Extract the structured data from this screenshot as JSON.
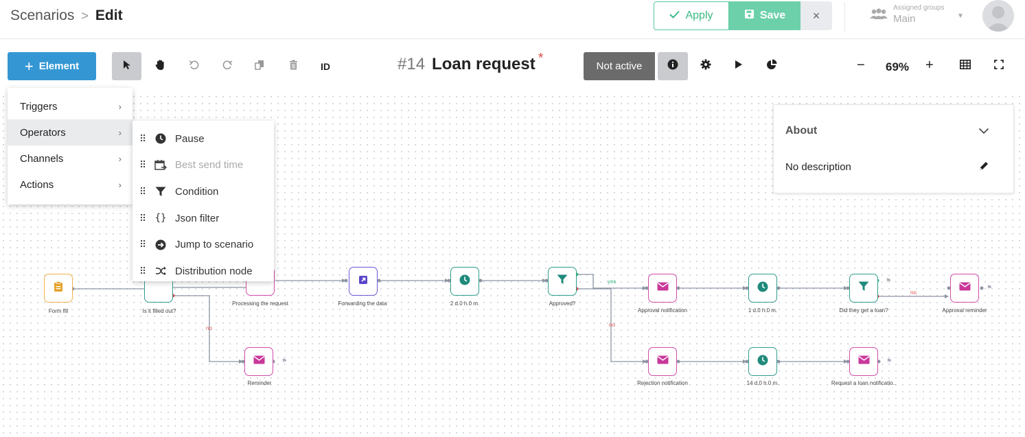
{
  "header": {
    "breadcrumb_parent": "Scenarios",
    "breadcrumb_sep": ">",
    "breadcrumb_current": "Edit",
    "apply_label": "Apply",
    "save_label": "Save",
    "close_label": "×",
    "groups_label": "Assigned groups",
    "groups_value": "Main"
  },
  "toolbar": {
    "element_label": "Element",
    "id_label": "ID",
    "scenario_number": "#14",
    "scenario_name": "Loan request",
    "unsaved_mark": "*",
    "status_label": "Not active",
    "zoom_minus": "−",
    "zoom_value": "69%",
    "zoom_plus": "+"
  },
  "element_menu": [
    {
      "label": "Triggers"
    },
    {
      "label": "Operators"
    },
    {
      "label": "Channels"
    },
    {
      "label": "Actions"
    }
  ],
  "operators_menu": [
    {
      "label": "Pause",
      "icon": "clock-icon"
    },
    {
      "label": "Best send time",
      "icon": "calendar-icon"
    },
    {
      "label": "Condition",
      "icon": "filter-icon"
    },
    {
      "label": "Json filter",
      "icon": "braces-icon"
    },
    {
      "label": "Jump to scenario",
      "icon": "arrow-circle-icon"
    },
    {
      "label": "Distribution node",
      "icon": "shuffle-icon"
    }
  ],
  "about": {
    "title": "About",
    "description": "No description"
  },
  "nodes": {
    "form_fill": "Form fill",
    "is_filled_out": "Is it filled out?",
    "processing": "Processing the request",
    "forwarding": "Forwarding the data",
    "pause_1": "2 d.0 h.0 m.",
    "approved": "Approved?",
    "approval_notification": "Approval notification",
    "pause_2": "1 d.0 h.0 m.",
    "did_they_get_loan": "Did they get a loan?",
    "approval_reminder": "Approval reminder",
    "reminder": "Reminder",
    "rejection_notification": "Rejection notification",
    "pause_3": "14 d.0 h.0 m.",
    "request_loan_notification": "Request a loan notificatio.."
  },
  "edges": {
    "no_1": "no",
    "yes_1": "yes",
    "no_2": "no",
    "no_3": "no"
  },
  "colors": {
    "accent_blue": "#3497d4",
    "save_green": "#6cd0ab",
    "teal": "#2e9b8c",
    "pink": "#d14aa8",
    "orange": "#efb14a",
    "purple": "#6b58d6"
  }
}
